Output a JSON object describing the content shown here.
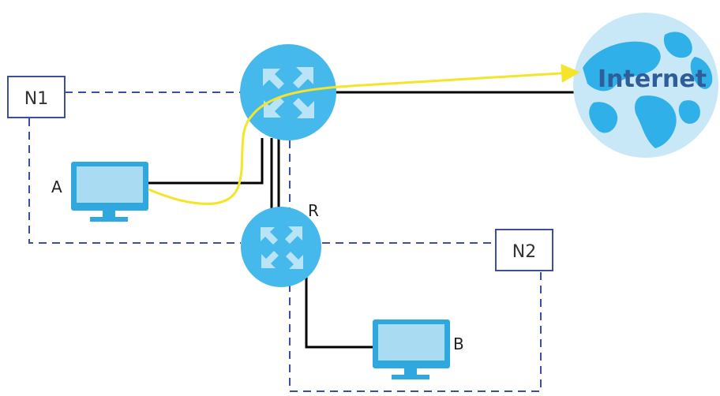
{
  "diagram": {
    "labels": {
      "n1": "N1",
      "n2": "N2",
      "a": "A",
      "b": "B",
      "r": "R",
      "internet": "Internet"
    },
    "colors": {
      "router": "#45b8ec",
      "router_arrow": "#b9e3f6",
      "monitor_frame": "#2fa7df",
      "monitor_screen": "#a9dcf3",
      "globe": "#c8e8f8",
      "continent": "#2fb0e8",
      "dashed_link": "#3d4f9c",
      "solid_link": "#000000",
      "traffic_path": "#f4e42a"
    },
    "icons": [
      "router-icon",
      "monitor-icon",
      "globe-icon"
    ]
  }
}
